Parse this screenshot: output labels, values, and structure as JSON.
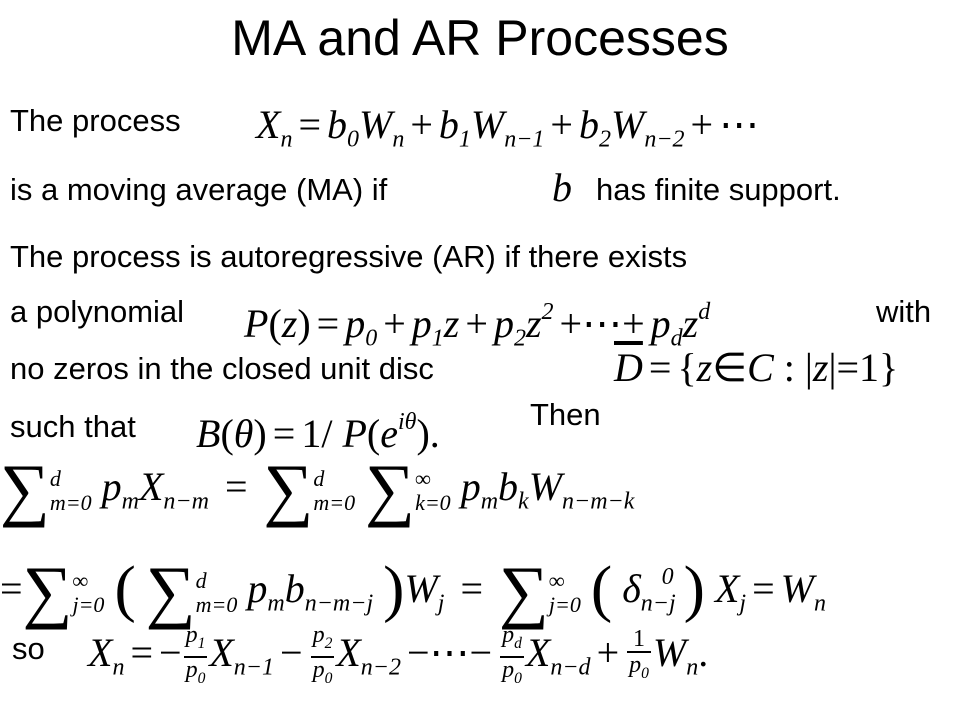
{
  "title": "MA and AR Processes",
  "text": {
    "the_process": "The process",
    "ma_prefix": "is a moving average (MA) if",
    "ma_suffix": "has finite support.",
    "ar_line": "The process is autoregressive (AR) if there exists",
    "poly_prefix": "a polynomial",
    "poly_suffix": "with",
    "no_zeros": "no zeros in the closed unit disc",
    "such_that": "such that",
    "then": "Then",
    "so": "so"
  }
}
